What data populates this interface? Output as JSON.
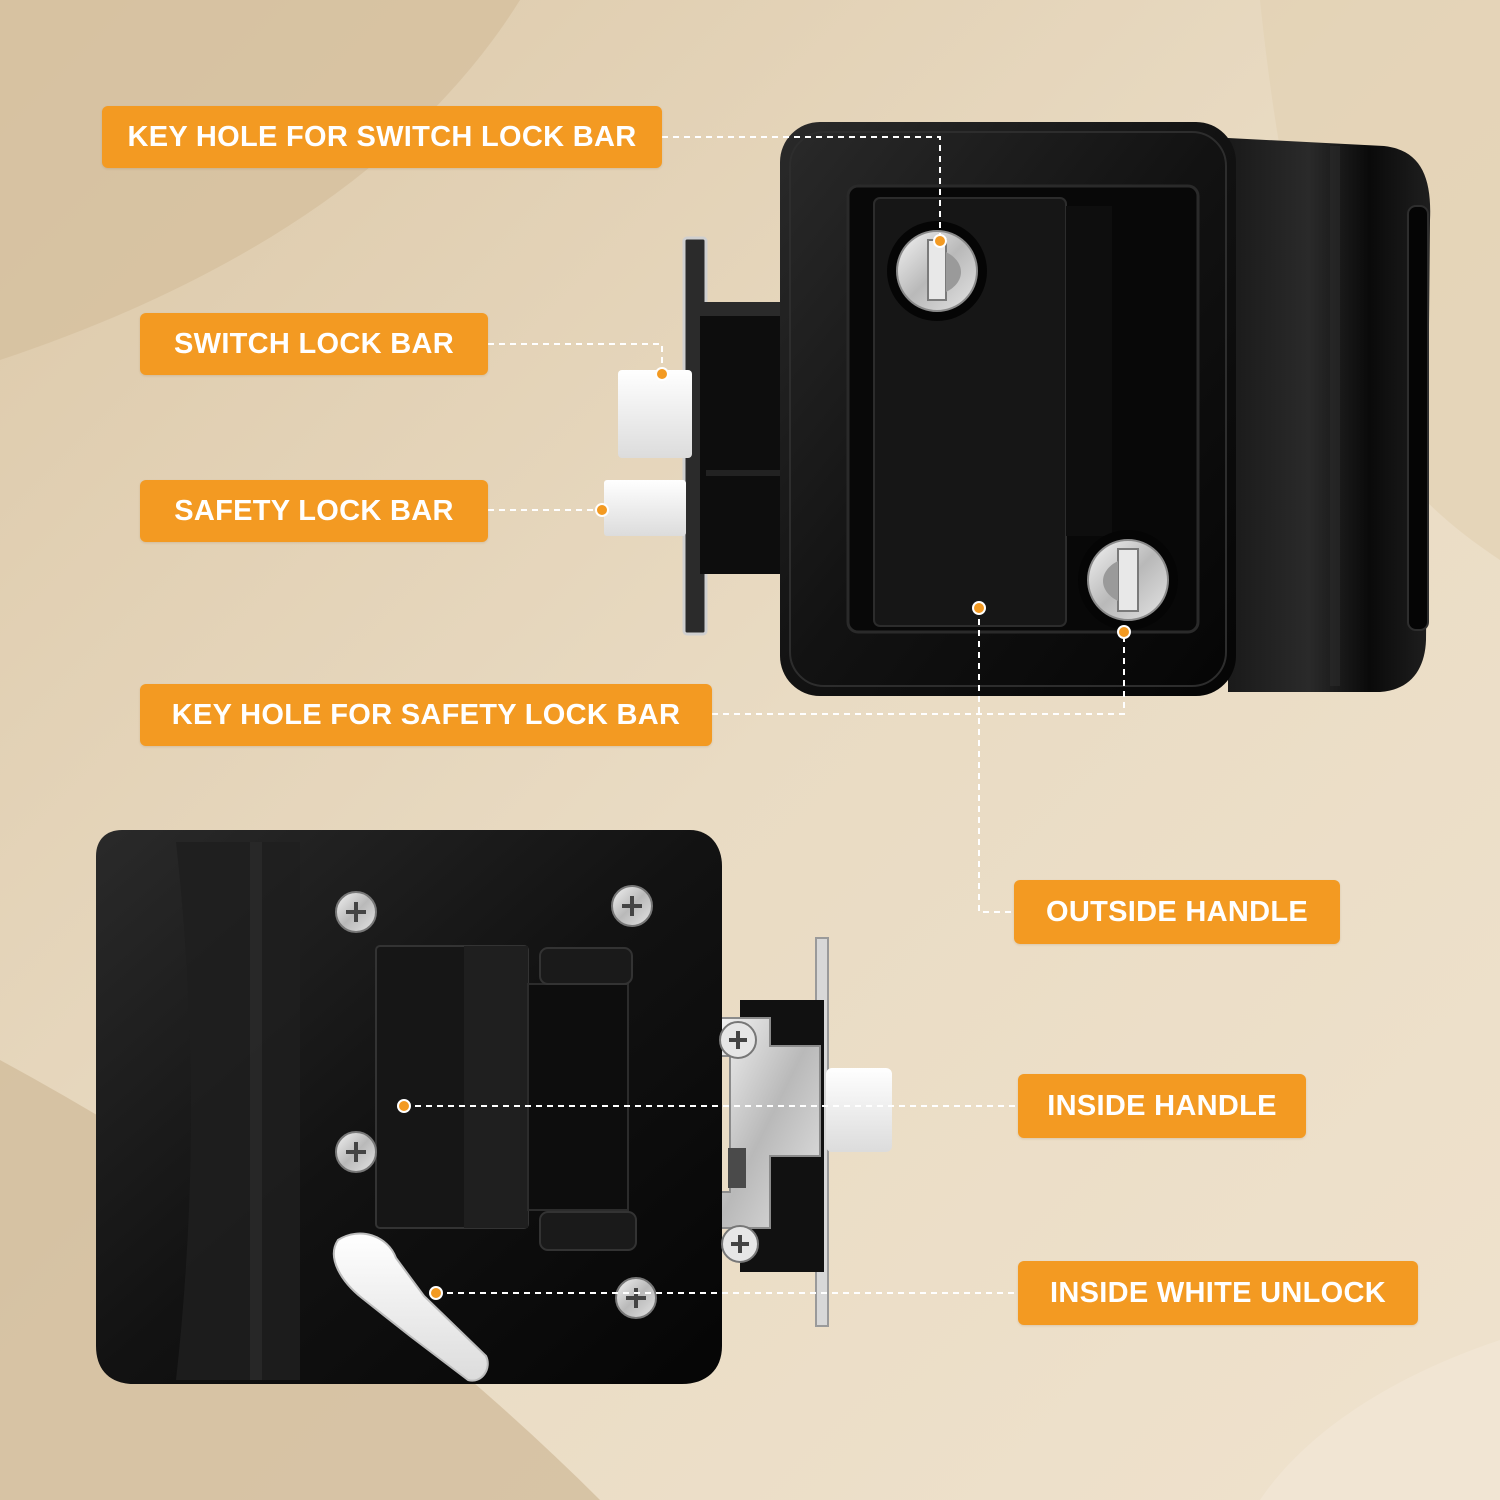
{
  "callouts": {
    "key_hole_switch": "KEY HOLE FOR SWITCH LOCK BAR",
    "switch_lock_bar": "SWITCH LOCK BAR",
    "safety_lock_bar": "SAFETY LOCK BAR",
    "key_hole_safety": "KEY HOLE FOR SAFETY LOCK BAR",
    "outside_handle": "OUTSIDE HANDLE",
    "inside_handle": "INSIDE HANDLE",
    "inside_white_unlock": "INSIDE WHITE UNLOCK"
  },
  "colors": {
    "callout_orange": "#f39a22",
    "background_beige": "#e9dbc3",
    "lock_black": "#111111",
    "leader_line": "#ffffff"
  },
  "icons": {
    "top_lock": "rv-door-lock-outside-view",
    "bottom_lock": "rv-door-lock-inside-view",
    "key_cylinder": "key-cylinder-icon",
    "screw": "phillips-screw-icon"
  }
}
